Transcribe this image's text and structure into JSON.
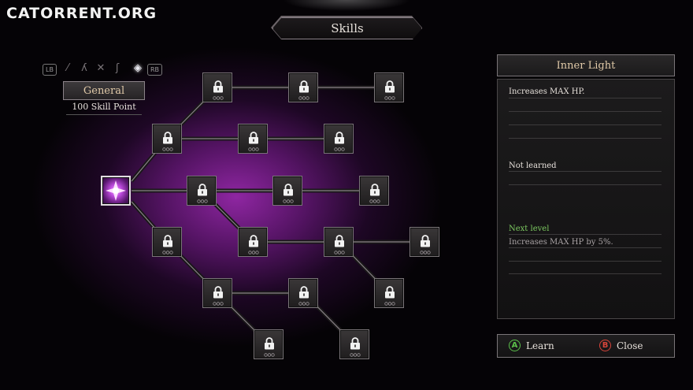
{
  "watermark": "CATORRENT.ORG",
  "header": {
    "title": "Skills"
  },
  "weapon_bar": {
    "left_button": "LB",
    "right_button": "RB",
    "icons": [
      "sword-icon",
      "claw-icon",
      "crossed-blades-icon",
      "scythe-icon",
      "lantern-icon"
    ]
  },
  "category": {
    "name": "General",
    "points": "100 Skill Point"
  },
  "tree": {
    "unlocked_node": "node-root",
    "locked_icon": "lock-icon"
  },
  "detail": {
    "name": "Inner Light",
    "description": "Increases MAX HP.",
    "status": "Not learned",
    "next_label": "Next level",
    "next_description": "Increases MAX HP by 5%."
  },
  "actions": {
    "learn": {
      "button": "A",
      "label": "Learn",
      "color": "#5bbf4a"
    },
    "close": {
      "button": "B",
      "label": "Close",
      "color": "#d6443a"
    }
  },
  "colors": {
    "accent_purple": "#a030c0",
    "label_gold": "#e0c9a8"
  }
}
